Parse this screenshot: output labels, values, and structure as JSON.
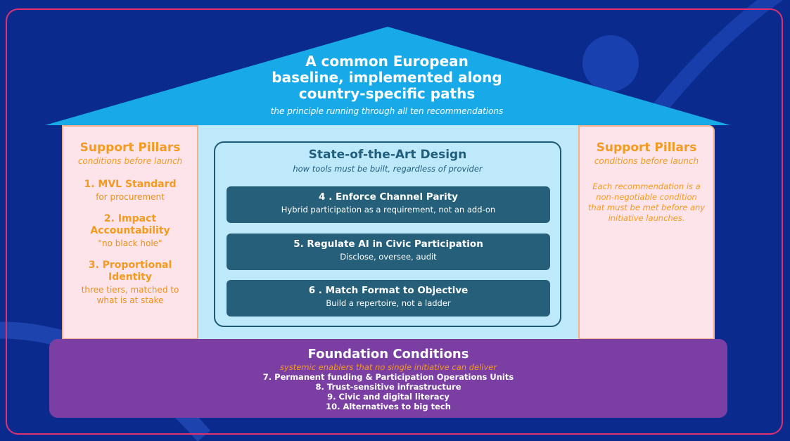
{
  "colors": {
    "background": "#0a2a8e",
    "roof": "#18a9e8",
    "pillar_bg": "#fde4ea",
    "pillar_text": "#f39a1f",
    "center_bg": "#bde9fb",
    "rec_box": "#265f79",
    "foundation": "#7b3fa3",
    "frame_border": "#e0306f"
  },
  "roof": {
    "title_lines": [
      "A common European",
      "baseline, implemented along",
      "country-specific paths"
    ],
    "subtitle": "the principle running through all ten recommendations"
  },
  "left_pillar": {
    "title": "Support Pillars",
    "subtitle": "conditions before launch",
    "items": [
      {
        "title": "1. MVL Standard",
        "desc": "for procurement"
      },
      {
        "title": "2. Impact Accountability",
        "desc": "\"no black hole\""
      },
      {
        "title": "3. Proportional Identity",
        "desc": "three tiers, matched to what is at stake"
      }
    ]
  },
  "right_pillar": {
    "title": "Support Pillars",
    "subtitle": "conditions before launch",
    "note": "Each recommendation is a non-negotiable condition that must be met before any initiative launches."
  },
  "design": {
    "title": "State-of-the-Art Design",
    "subtitle": "how tools must be built, regardless of provider",
    "recommendations": [
      {
        "title": "4 . Enforce Channel Parity",
        "desc": "Hybrid participation as a requirement, not an add-on"
      },
      {
        "title": "5. Regulate AI in Civic Participation",
        "desc": "Disclose, oversee, audit"
      },
      {
        "title": "6 . Match Format to Objective",
        "desc": "Build a repertoire, not a ladder"
      }
    ]
  },
  "foundation": {
    "title": "Foundation Conditions",
    "subtitle": "systemic enablers that no single initiative can deliver",
    "items": [
      "7. Permanent funding & Participation Operations Units",
      "8. Trust-sensitive infrastructure",
      "9. Civic and digital literacy",
      "10. Alternatives to big tech"
    ]
  }
}
